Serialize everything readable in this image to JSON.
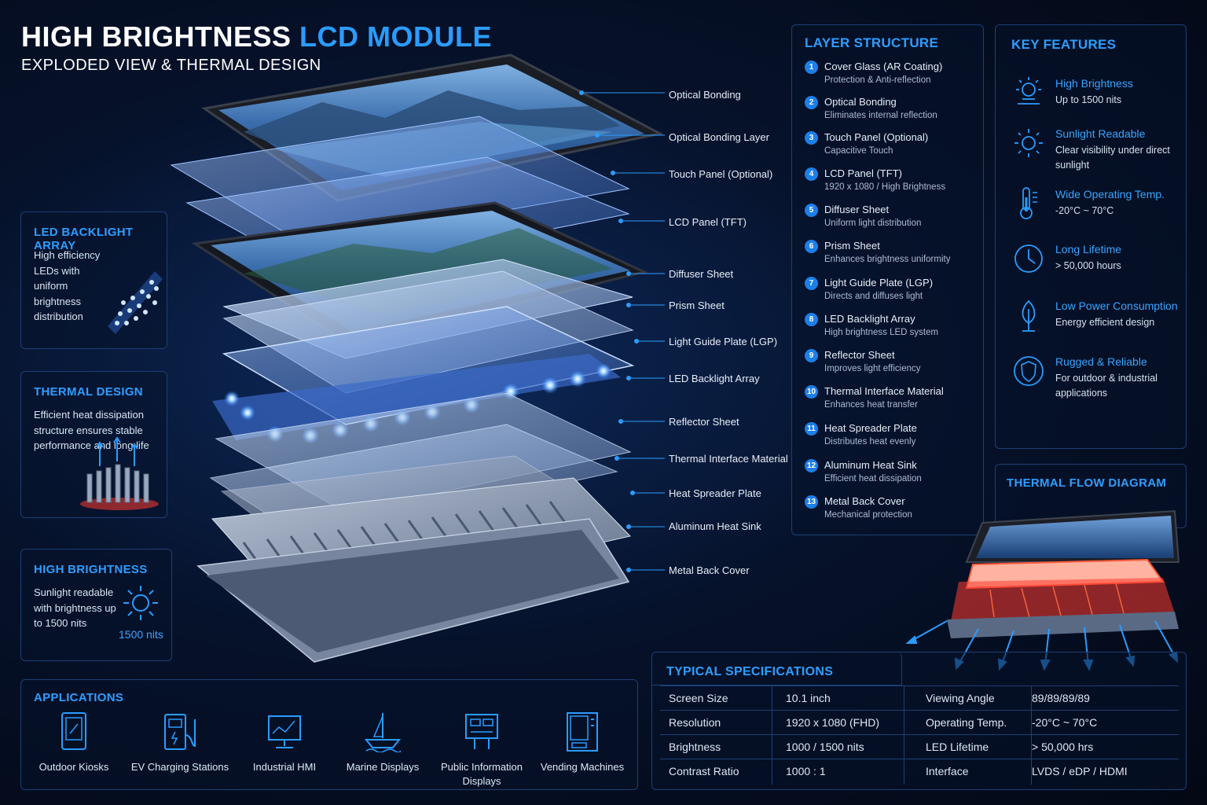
{
  "header": {
    "title_main": "HIGH BRIGHTNESS",
    "title_accent": "LCD MODULE",
    "subtitle": "EXPLODED VIEW & THERMAL DESIGN"
  },
  "callouts": [
    "Optical Bonding",
    "Optical Bonding Layer",
    "Touch Panel (Optional)",
    "LCD Panel (TFT)",
    "Diffuser Sheet",
    "Prism Sheet",
    "Light Guide Plate (LGP)",
    "LED Backlight Array",
    "Reflector Sheet",
    "Thermal Interface Material",
    "Heat Spreader Plate",
    "Aluminum Heat Sink",
    "Metal Back Cover"
  ],
  "left_panels": {
    "led": {
      "title": "LED BACKLIGHT ARRAY",
      "text": "High efficiency LEDs with uniform brightness distribution"
    },
    "thermal": {
      "title": "THERMAL DESIGN",
      "text": "Efficient heat dissipation structure ensures stable performance and long life"
    },
    "brightness": {
      "title": "HIGH BRIGHTNESS",
      "text": "Sunlight readable with brightness up to 1500 nits",
      "value": "1500 nits"
    }
  },
  "layer_structure": {
    "title": "LAYER STRUCTURE",
    "items": [
      {
        "num": "1",
        "name": "Cover Glass (AR Coating)",
        "desc": "Protection & Anti-reflection"
      },
      {
        "num": "2",
        "name": "Optical Bonding",
        "desc": "Eliminates internal reflection"
      },
      {
        "num": "3",
        "name": "Touch Panel (Optional)",
        "desc": "Capacitive Touch"
      },
      {
        "num": "4",
        "name": "LCD Panel (TFT)",
        "desc": "1920 x 1080 / High Brightness"
      },
      {
        "num": "5",
        "name": "Diffuser Sheet",
        "desc": "Uniform light distribution"
      },
      {
        "num": "6",
        "name": "Prism Sheet",
        "desc": "Enhances brightness uniformity"
      },
      {
        "num": "7",
        "name": "Light Guide Plate (LGP)",
        "desc": "Directs and diffuses light"
      },
      {
        "num": "8",
        "name": "LED Backlight Array",
        "desc": "High brightness LED system"
      },
      {
        "num": "9",
        "name": "Reflector Sheet",
        "desc": "Improves light efficiency"
      },
      {
        "num": "10",
        "name": "Thermal Interface Material",
        "desc": "Enhances heat transfer"
      },
      {
        "num": "11",
        "name": "Heat Spreader Plate",
        "desc": "Distributes heat evenly"
      },
      {
        "num": "12",
        "name": "Aluminum Heat Sink",
        "desc": "Efficient heat dissipation"
      },
      {
        "num": "13",
        "name": "Metal Back Cover",
        "desc": "Mechanical protection"
      }
    ]
  },
  "key_features": {
    "title": "KEY FEATURES",
    "items": [
      {
        "icon": "brightness-icon",
        "title": "High Brightness",
        "desc": "Up to 1500 nits"
      },
      {
        "icon": "sun-icon",
        "title": "Sunlight Readable",
        "desc": "Clear visibility under direct sunlight"
      },
      {
        "icon": "thermometer-icon",
        "title": "Wide Operating Temp.",
        "desc": "-20°C ~ 70°C"
      },
      {
        "icon": "clock-icon",
        "title": "Long Lifetime",
        "desc": "> 50,000 hours"
      },
      {
        "icon": "leaf-icon",
        "title": "Low Power Consumption",
        "desc": "Energy efficient design"
      },
      {
        "icon": "shield-icon",
        "title": "Rugged & Reliable",
        "desc": "For outdoor & industrial applications"
      }
    ]
  },
  "thermal_flow": {
    "title": "THERMAL FLOW DIAGRAM"
  },
  "applications": {
    "title": "APPLICATIONS",
    "items": [
      {
        "icon": "kiosk-icon",
        "label": "Outdoor Kiosks"
      },
      {
        "icon": "ev-charger-icon",
        "label": "EV Charging Stations"
      },
      {
        "icon": "hmi-icon",
        "label": "Industrial HMI"
      },
      {
        "icon": "ship-icon",
        "label": "Marine Displays"
      },
      {
        "icon": "info-display-icon",
        "label": "Public Information Displays"
      },
      {
        "icon": "vending-icon",
        "label": "Vending Machines"
      }
    ]
  },
  "specs": {
    "title": "TYPICAL SPECIFICATIONS",
    "rows": [
      [
        "Screen Size",
        "10.1 inch",
        "Viewing Angle",
        "89/89/89/89"
      ],
      [
        "Resolution",
        "1920 x 1080 (FHD)",
        "Operating Temp.",
        "-20°C ~ 70°C"
      ],
      [
        "Brightness",
        "1000 / 1500 nits",
        "LED Lifetime",
        "> 50,000 hrs"
      ],
      [
        "Contrast Ratio",
        "1000 : 1",
        "Interface",
        "LVDS / eDP / HDMI"
      ]
    ]
  },
  "colors": {
    "accent": "#2b9cff",
    "background": "#06122b",
    "border": "#1d3f75",
    "heat": "#ff3b2f"
  }
}
